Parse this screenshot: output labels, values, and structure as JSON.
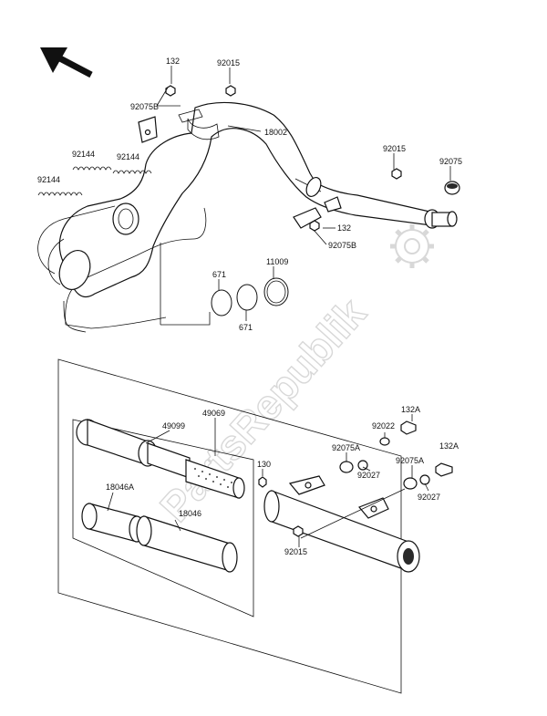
{
  "watermark": "PartsRepublik",
  "colors": {
    "line": "#111111",
    "watermark": "#d8d8d8",
    "background": "#ffffff"
  },
  "icons": {
    "direction": "front-arrow-icon",
    "watermark_gear": "gear-icon"
  },
  "labels": {
    "l132_top": "132",
    "l92015_top": "92015",
    "l92075B_top": "92075B",
    "l18002": "18002",
    "l92144_a": "92144",
    "l92144_b": "92144",
    "l92144_c": "92144",
    "l92015_right": "92015",
    "l92075_right": "92075",
    "l132_mid": "132",
    "l92075B_mid": "92075B",
    "l671_a": "671",
    "l11009": "11009",
    "l671_b": "671",
    "l49069": "49069",
    "l49099": "49099",
    "l18046A": "18046A",
    "l18046": "18046",
    "l132A_a": "132A",
    "l92022": "92022",
    "l92075A_a": "92075A",
    "l92027_a": "92027",
    "l132A_b": "132A",
    "l92075A_b": "92075A",
    "l92027_b": "92027",
    "l130": "130",
    "l92015_bottom": "92015"
  }
}
